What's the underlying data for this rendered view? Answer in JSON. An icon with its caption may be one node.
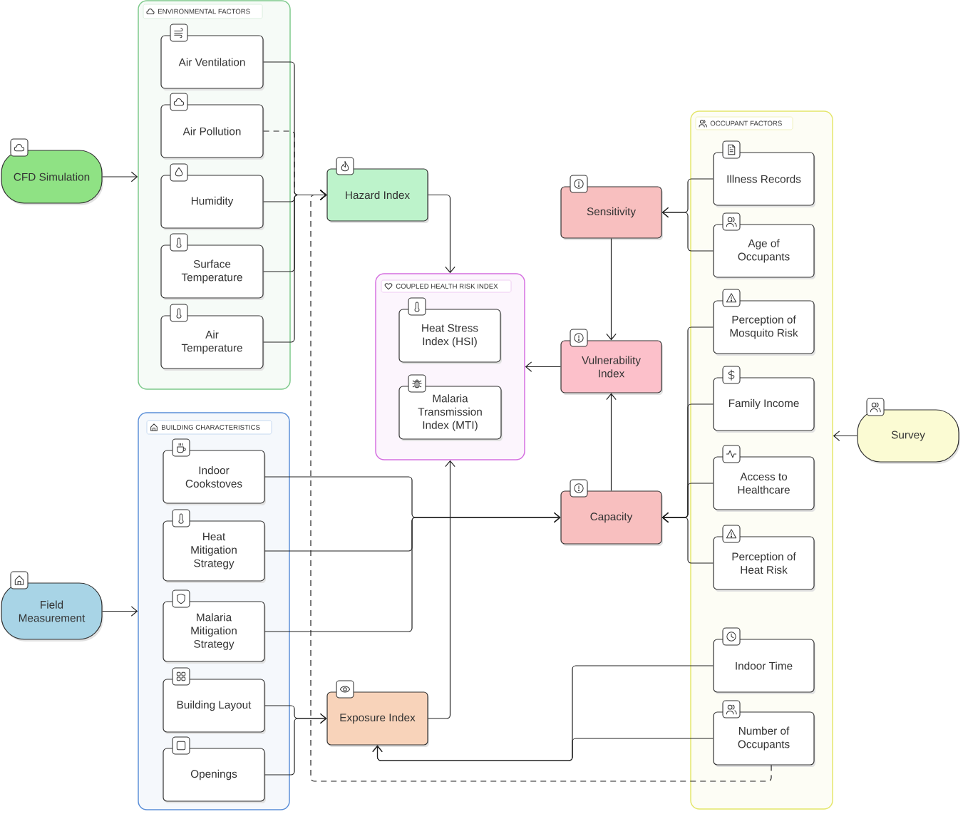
{
  "diagram": {
    "nodes": [
      {
        "text": [
          "ENVIRONMENTAL FACTORS"
        ]
      },
      {
        "text": [
          "Air Ventilation"
        ],
        "in": 0
      },
      {
        "text": [
          "Air Pollution"
        ],
        "in": 0
      },
      {
        "text": [
          "Humidity"
        ],
        "in": 0
      },
      {
        "text": [
          "Surface Temperature"
        ],
        "in": 0
      },
      {
        "text": [
          "Air Temperature"
        ],
        "in": 0
      },
      {
        "text": [
          "CFD Simulation"
        ]
      },
      {
        "text": [
          "Hazard Index"
        ]
      },
      {
        "text": [
          "COUPLED HEALTH RISK INDEX"
        ]
      },
      {
        "text": [
          "Heat Stress Index (HSI)"
        ],
        "in": 8
      },
      {
        "text": [
          "Malaria Transmission Index (MTI)"
        ],
        "in": 8
      },
      {
        "text": [
          "Sensitivity"
        ]
      },
      {
        "text": [
          "Vulnerability Index"
        ]
      },
      {
        "text": [
          "Capacity"
        ]
      },
      {
        "text": [
          "OCCUPANT FACTORS"
        ]
      },
      {
        "text": [
          "Illness Records"
        ],
        "in": 14
      },
      {
        "text": [
          "Age of Occupants"
        ],
        "in": 14
      },
      {
        "text": [
          "Perception of Mosquito Risk"
        ],
        "in": 14
      },
      {
        "text": [
          "Family Income"
        ],
        "in": 14
      },
      {
        "text": [
          "Access to Healthcare"
        ],
        "in": 14
      },
      {
        "text": [
          "Perception of Heat Risk"
        ],
        "in": 14
      },
      {
        "text": [
          "Indoor Time"
        ],
        "in": 14
      },
      {
        "text": [
          "Number of Occupants"
        ],
        "in": 14
      },
      {
        "text": [
          "Survey"
        ]
      },
      {
        "text": [
          "BUILDING CHARACTERISTICS"
        ]
      },
      {
        "text": [
          "Indoor Cookstoves"
        ],
        "in": 24
      },
      {
        "text": [
          "Heat Mitigation Strategy"
        ],
        "in": 24
      },
      {
        "text": [
          "Malaria Mitigation Strategy"
        ],
        "in": 24
      },
      {
        "text": [
          "Building Layout"
        ],
        "in": 24
      },
      {
        "text": [
          "Openings"
        ],
        "in": 24
      },
      {
        "text": [
          "Field Measurement"
        ]
      },
      {
        "text": [
          "Exposure Index"
        ]
      }
    ],
    "edges": [
      {
        "from": 1,
        "to": 7,
        "arrow": "to"
      },
      {
        "from": 2,
        "to": 7,
        "arrow": "to",
        "style": "dashed"
      },
      {
        "from": 3,
        "to": 7,
        "arrow": "to"
      },
      {
        "from": 4,
        "to": 7,
        "arrow": "to"
      },
      {
        "from": 5,
        "to": 7,
        "arrow": "to"
      },
      {
        "from": 6,
        "to": 0,
        "arrow": "to"
      },
      {
        "from": 7,
        "to": 8,
        "arrow": "to"
      },
      {
        "from": 11,
        "to": 12,
        "arrow": "to"
      },
      {
        "from": 13,
        "to": 12,
        "arrow": "to"
      },
      {
        "from": 12,
        "to": 8,
        "arrow": "to"
      },
      {
        "from": 31,
        "to": 8,
        "arrow": "to"
      },
      {
        "from": 15,
        "to": 11,
        "arrow": "to"
      },
      {
        "from": 16,
        "to": 11,
        "arrow": "to"
      },
      {
        "from": 17,
        "to": 13,
        "arrow": "to"
      },
      {
        "from": 18,
        "to": 13,
        "arrow": "to"
      },
      {
        "from": 19,
        "to": 13,
        "arrow": "to"
      },
      {
        "from": 20,
        "to": 13,
        "arrow": "to"
      },
      {
        "from": 25,
        "to": 13,
        "arrow": "to"
      },
      {
        "from": 26,
        "to": 13,
        "arrow": "to"
      },
      {
        "from": 27,
        "to": 13,
        "arrow": "to"
      },
      {
        "from": 28,
        "to": 31,
        "arrow": "to"
      },
      {
        "from": 29,
        "to": 31,
        "arrow": "to"
      },
      {
        "from": 21,
        "to": 31,
        "arrow": "to"
      },
      {
        "from": 22,
        "to": 31,
        "arrow": "to"
      },
      {
        "from": 22,
        "to": 7,
        "arrow": "to",
        "style": "dashed"
      },
      {
        "from": 23,
        "to": 14,
        "arrow": "to"
      },
      {
        "from": 30,
        "to": 24,
        "arrow": "to"
      }
    ]
  }
}
